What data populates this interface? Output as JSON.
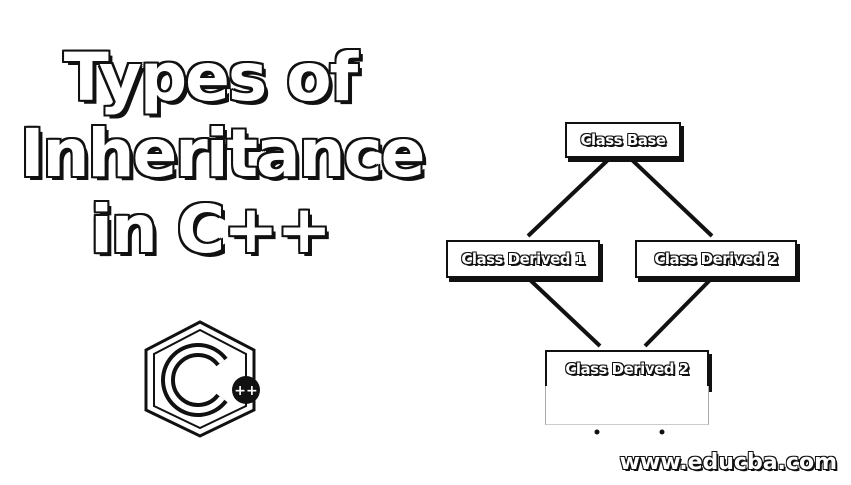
{
  "title": {
    "line1": "Types of",
    "line2": "Inheritance",
    "line3": "in C++"
  },
  "logo": {
    "icon": "cpp-logo-icon",
    "letter": "C",
    "plus": "++"
  },
  "diagram": {
    "base": "Class Base",
    "derived_left": "Class Derived 1",
    "derived_right": "Class Derived 2",
    "derived_bottom": "Class Derived 2"
  },
  "footer": {
    "site": "www.educba.com"
  }
}
